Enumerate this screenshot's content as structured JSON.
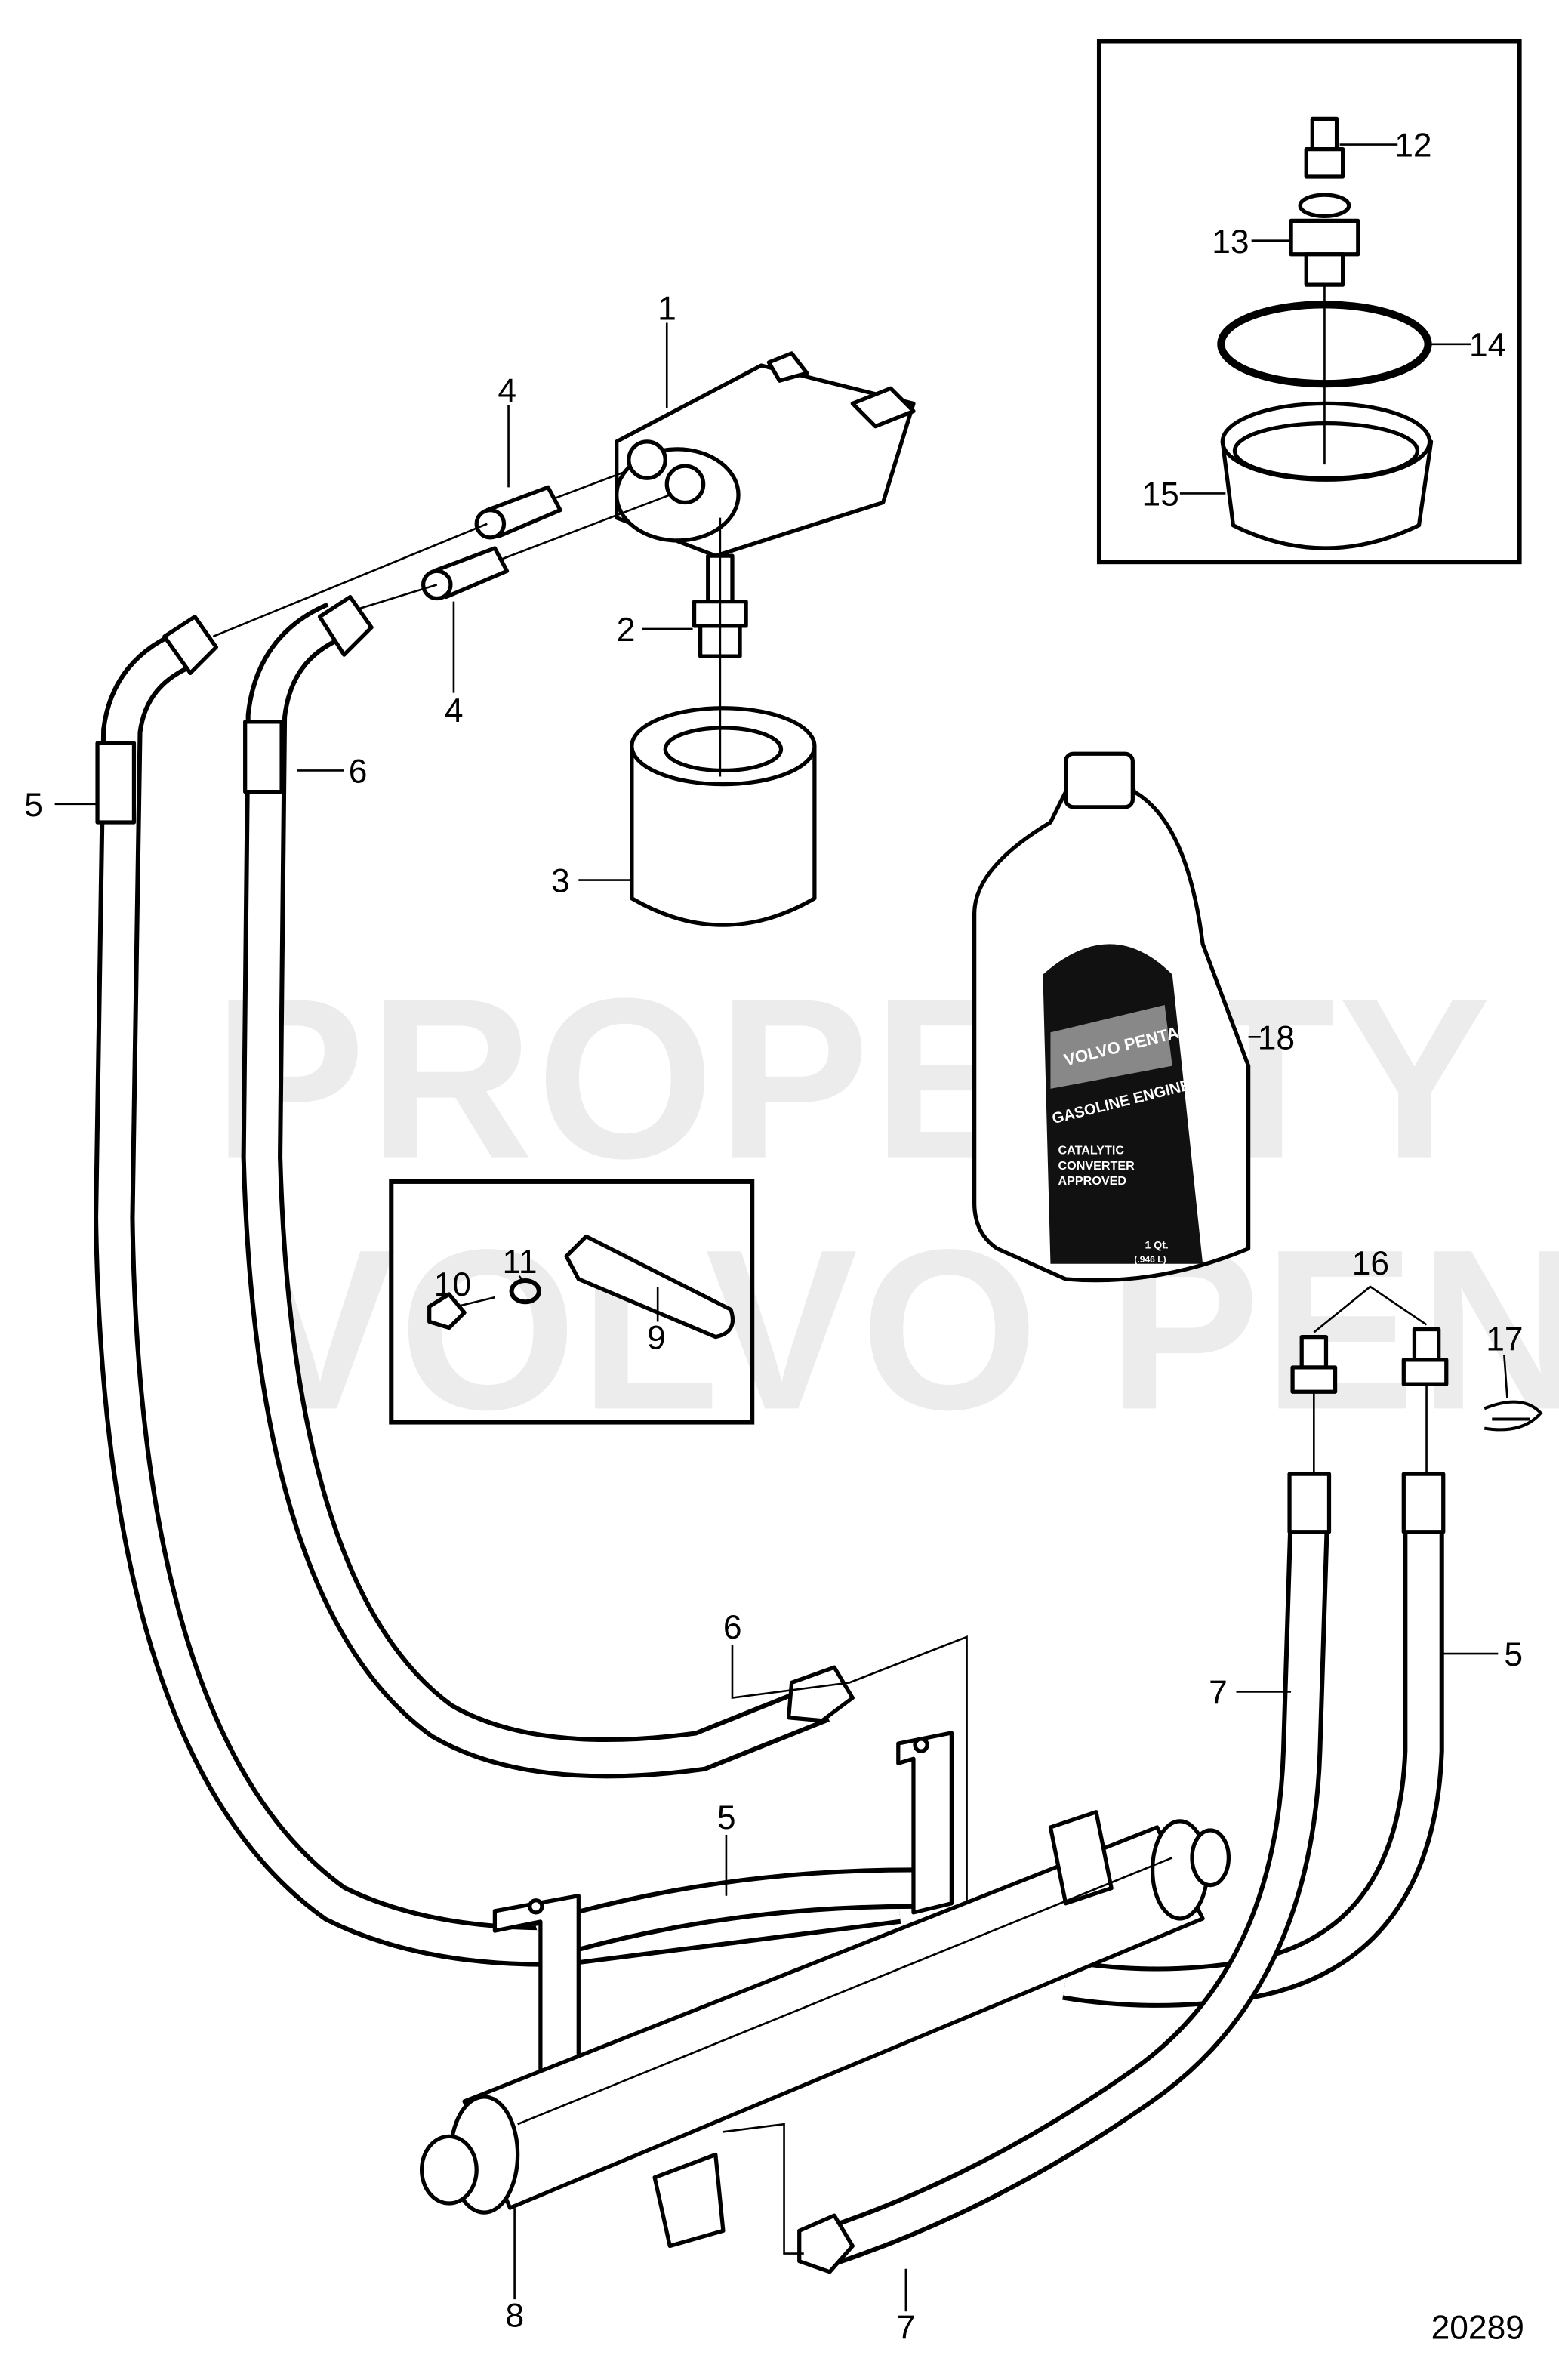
{
  "watermark": {
    "line1": "PROPERTY OF",
    "line2": "VOLVO PENTA"
  },
  "diagram_number": "20289",
  "bottle": {
    "brand": "VOLVO PENTA",
    "product": "GASOLINE ENGINE OIL",
    "claim_line1": "CATALYTIC",
    "claim_line2": "CONVERTER",
    "claim_line3": "APPROVED",
    "volume": "1 Qt.",
    "volume_metric": "(.946 L)"
  },
  "callouts": {
    "c1": "1",
    "c2": "2",
    "c3": "3",
    "c4a": "4",
    "c4b": "4",
    "c5a": "5",
    "c5b": "5",
    "c5c": "5",
    "c6a": "6",
    "c6b": "6",
    "c7a": "7",
    "c7b": "7",
    "c8": "8",
    "c9": "9",
    "c10": "10",
    "c11": "11",
    "c12": "12",
    "c13": "13",
    "c14": "14",
    "c15": "15",
    "c16": "16",
    "c17": "17",
    "c18": "18"
  }
}
